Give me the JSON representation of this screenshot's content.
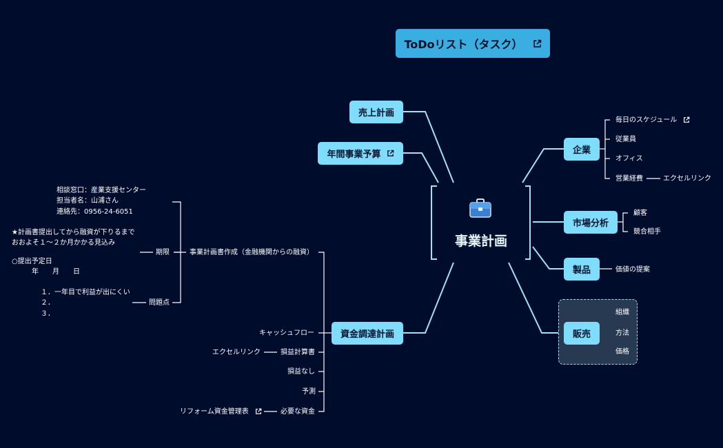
{
  "todo": {
    "label": "ToDoリスト（タスク）",
    "icon": "external-link-icon"
  },
  "central": {
    "title": "事業計画",
    "icon": "briefcase-icon"
  },
  "left_topics": {
    "uriage": "売上計画",
    "nenkan": "年間事業予算",
    "shikin": "資金調達計画"
  },
  "right_topics": {
    "kigyo": "企業",
    "shijo": "市場分析",
    "seihin": "製品",
    "hanbai": "販売"
  },
  "kigyo_items": [
    "毎日のスケジュール",
    "従業員",
    "オフィス",
    "営業経費"
  ],
  "kigyo_sub": "エクセルリンク",
  "shijo_items": [
    "顧客",
    "競合相手"
  ],
  "seihin_items": [
    "価値の提案"
  ],
  "hanbai_items": [
    "組織",
    "方法",
    "価格"
  ],
  "shikin_items": {
    "plan": "事業計画書作成（金融機関からの融資）",
    "cashflow": "キャッシュフロー",
    "pl": "損益計算書",
    "pl_link": "エクセルリンク",
    "no_pl": "損益なし",
    "forecast": "予測",
    "need": "必要な資金",
    "reform": "リフォーム資金管理表"
  },
  "plan_sub": {
    "kigen": "期限",
    "mondai": "問題点"
  },
  "notes": {
    "line1": "相談窓口：産業支援センター",
    "line2": "担当者名：山浦さん",
    "line3": "連絡先：0956-24-6051",
    "line4": "★計画書提出してから融資が下りるまで",
    "line5": "おおよそ１～２か月かかる見込み",
    "line6": "○提出予定日",
    "line7": "年　　月　　日",
    "p1": "１．一年目で利益が出にくい",
    "p2": "２．",
    "p3": "３．"
  },
  "colors": {
    "background": "#000c2c",
    "node": "#7fdcfa",
    "line": "#9fe3fb",
    "todo": "#3aaee0"
  }
}
